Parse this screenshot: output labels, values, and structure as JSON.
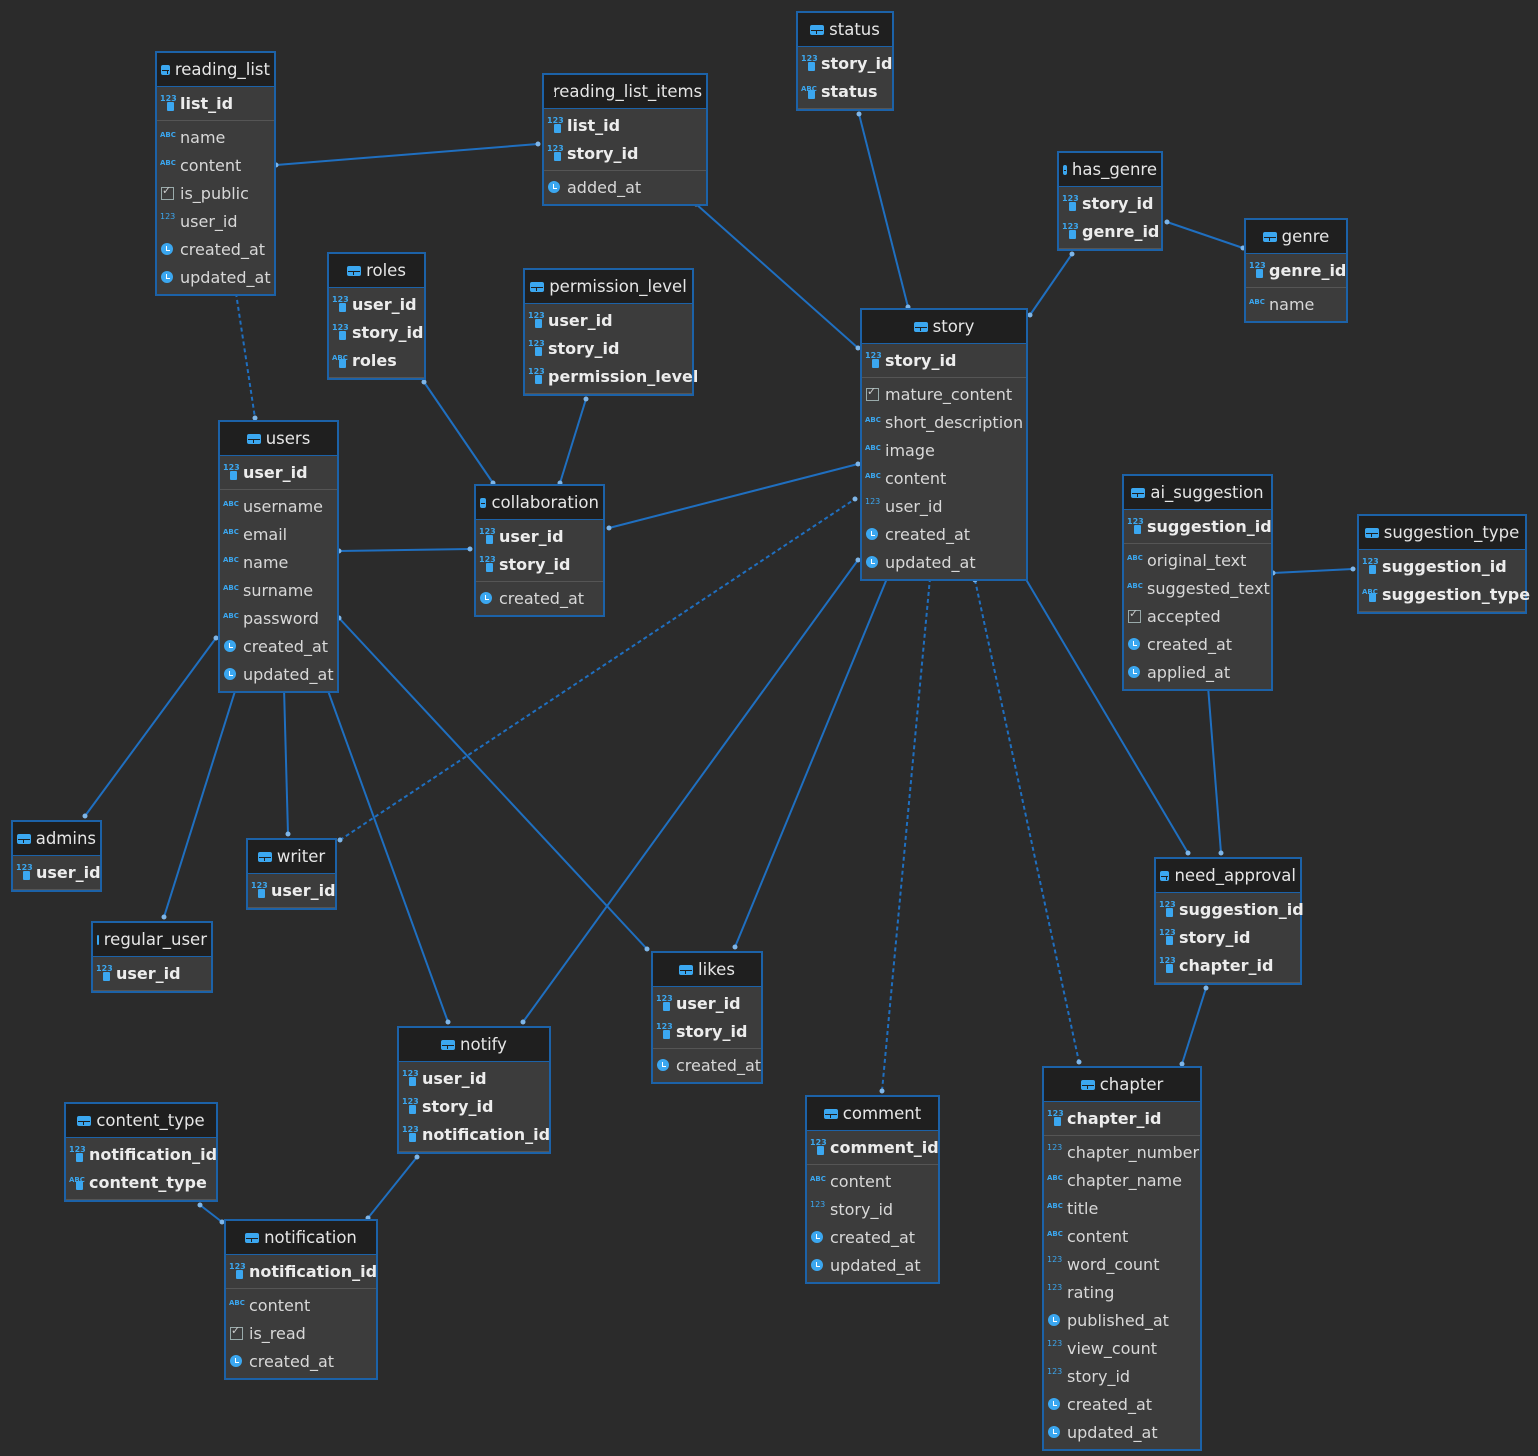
{
  "tables": [
    {
      "id": "reading_list",
      "name": "reading_list",
      "pk": [
        [
          "list_id",
          "num"
        ]
      ],
      "cols": [
        [
          "name",
          "text"
        ],
        [
          "content",
          "text"
        ],
        [
          "is_public",
          "bool"
        ],
        [
          "user_id",
          "num"
        ],
        [
          "created_at",
          "time"
        ],
        [
          "updated_at",
          "time"
        ]
      ]
    },
    {
      "id": "reading_list_items",
      "name": "reading_list_items",
      "pk": [
        [
          "list_id",
          "num"
        ],
        [
          "story_id",
          "num"
        ]
      ],
      "cols": [
        [
          "added_at",
          "time"
        ]
      ]
    },
    {
      "id": "status",
      "name": "status",
      "pk": [
        [
          "story_id",
          "num"
        ],
        [
          "status",
          "text"
        ]
      ],
      "cols": []
    },
    {
      "id": "has_genre",
      "name": "has_genre",
      "pk": [
        [
          "story_id",
          "num"
        ],
        [
          "genre_id",
          "num"
        ]
      ],
      "cols": []
    },
    {
      "id": "genre",
      "name": "genre",
      "pk": [
        [
          "genre_id",
          "num"
        ]
      ],
      "cols": [
        [
          "name",
          "text"
        ]
      ]
    },
    {
      "id": "roles",
      "name": "roles",
      "pk": [
        [
          "user_id",
          "num"
        ],
        [
          "story_id",
          "num"
        ],
        [
          "roles",
          "text"
        ]
      ],
      "cols": []
    },
    {
      "id": "permission_level",
      "name": "permission_level",
      "pk": [
        [
          "user_id",
          "num"
        ],
        [
          "story_id",
          "num"
        ],
        [
          "permission_level",
          "num"
        ]
      ],
      "cols": []
    },
    {
      "id": "story",
      "name": "story",
      "pk": [
        [
          "story_id",
          "num"
        ]
      ],
      "cols": [
        [
          "mature_content",
          "bool"
        ],
        [
          "short_description",
          "text"
        ],
        [
          "image",
          "text"
        ],
        [
          "content",
          "text"
        ],
        [
          "user_id",
          "num"
        ],
        [
          "created_at",
          "time"
        ],
        [
          "updated_at",
          "time"
        ]
      ]
    },
    {
      "id": "users",
      "name": "users",
      "pk": [
        [
          "user_id",
          "num"
        ]
      ],
      "cols": [
        [
          "username",
          "text"
        ],
        [
          "email",
          "text"
        ],
        [
          "name",
          "text"
        ],
        [
          "surname",
          "text"
        ],
        [
          "password",
          "text"
        ],
        [
          "created_at",
          "time"
        ],
        [
          "updated_at",
          "time"
        ]
      ]
    },
    {
      "id": "collaboration",
      "name": "collaboration",
      "pk": [
        [
          "user_id",
          "num"
        ],
        [
          "story_id",
          "num"
        ]
      ],
      "cols": [
        [
          "created_at",
          "time"
        ]
      ]
    },
    {
      "id": "ai_suggestion",
      "name": "ai_suggestion",
      "pk": [
        [
          "suggestion_id",
          "num"
        ]
      ],
      "cols": [
        [
          "original_text",
          "text"
        ],
        [
          "suggested_text",
          "text"
        ],
        [
          "accepted",
          "bool"
        ],
        [
          "created_at",
          "time"
        ],
        [
          "applied_at",
          "time"
        ]
      ]
    },
    {
      "id": "suggestion_type",
      "name": "suggestion_type",
      "pk": [
        [
          "suggestion_id",
          "num"
        ],
        [
          "suggestion_type",
          "text"
        ]
      ],
      "cols": []
    },
    {
      "id": "admins",
      "name": "admins",
      "pk": [
        [
          "user_id",
          "num"
        ]
      ],
      "cols": []
    },
    {
      "id": "writer",
      "name": "writer",
      "pk": [
        [
          "user_id",
          "num"
        ]
      ],
      "cols": []
    },
    {
      "id": "regular_user",
      "name": "regular_user",
      "pk": [
        [
          "user_id",
          "num"
        ]
      ],
      "cols": []
    },
    {
      "id": "need_approval",
      "name": "need_approval",
      "pk": [
        [
          "suggestion_id",
          "num"
        ],
        [
          "story_id",
          "num"
        ],
        [
          "chapter_id",
          "num"
        ]
      ],
      "cols": []
    },
    {
      "id": "likes",
      "name": "likes",
      "pk": [
        [
          "user_id",
          "num"
        ],
        [
          "story_id",
          "num"
        ]
      ],
      "cols": [
        [
          "created_at",
          "time"
        ]
      ]
    },
    {
      "id": "notify",
      "name": "notify",
      "pk": [
        [
          "user_id",
          "num"
        ],
        [
          "story_id",
          "num"
        ],
        [
          "notification_id",
          "num"
        ]
      ],
      "cols": []
    },
    {
      "id": "content_type",
      "name": "content_type",
      "pk": [
        [
          "notification_id",
          "num"
        ],
        [
          "content_type",
          "text"
        ]
      ],
      "cols": []
    },
    {
      "id": "comment",
      "name": "comment",
      "pk": [
        [
          "comment_id",
          "num"
        ]
      ],
      "cols": [
        [
          "content",
          "text"
        ],
        [
          "story_id",
          "num"
        ],
        [
          "created_at",
          "time"
        ],
        [
          "updated_at",
          "time"
        ]
      ]
    },
    {
      "id": "chapter",
      "name": "chapter",
      "pk": [
        [
          "chapter_id",
          "num"
        ]
      ],
      "cols": [
        [
          "chapter_number",
          "num"
        ],
        [
          "chapter_name",
          "text"
        ],
        [
          "title",
          "text"
        ],
        [
          "content",
          "text"
        ],
        [
          "word_count",
          "num"
        ],
        [
          "rating",
          "num"
        ],
        [
          "published_at",
          "time"
        ],
        [
          "view_count",
          "num"
        ],
        [
          "story_id",
          "num"
        ],
        [
          "created_at",
          "time"
        ],
        [
          "updated_at",
          "time"
        ]
      ]
    },
    {
      "id": "notification",
      "name": "notification",
      "pk": [
        [
          "notification_id",
          "num"
        ]
      ],
      "cols": [
        [
          "content",
          "text"
        ],
        [
          "is_read",
          "bool"
        ],
        [
          "created_at",
          "time"
        ]
      ]
    }
  ],
  "relations": [
    {
      "from": "reading_list",
      "to": "reading_list_items",
      "dashed": false
    },
    {
      "from": "reading_list",
      "to": "users",
      "dashed": true
    },
    {
      "from": "reading_list_items",
      "to": "story",
      "dashed": false
    },
    {
      "from": "status",
      "to": "story",
      "dashed": false
    },
    {
      "from": "has_genre",
      "to": "story",
      "dashed": false
    },
    {
      "from": "has_genre",
      "to": "genre",
      "dashed": false
    },
    {
      "from": "roles",
      "to": "collaboration",
      "dashed": false
    },
    {
      "from": "permission_level",
      "to": "collaboration",
      "dashed": false
    },
    {
      "from": "users",
      "to": "collaboration",
      "dashed": false
    },
    {
      "from": "collaboration",
      "to": "story",
      "dashed": false
    },
    {
      "from": "users",
      "to": "admins",
      "dashed": false
    },
    {
      "from": "users",
      "to": "regular_user",
      "dashed": false
    },
    {
      "from": "users",
      "to": "writer",
      "dashed": false
    },
    {
      "from": "users",
      "to": "notify",
      "dashed": false
    },
    {
      "from": "users",
      "to": "likes",
      "dashed": false
    },
    {
      "from": "writer",
      "to": "story",
      "dashed": true
    },
    {
      "from": "story",
      "to": "notify",
      "dashed": false
    },
    {
      "from": "story",
      "to": "likes",
      "dashed": false
    },
    {
      "from": "story",
      "to": "comment",
      "dashed": true
    },
    {
      "from": "story",
      "to": "chapter",
      "dashed": true
    },
    {
      "from": "story",
      "to": "need_approval",
      "dashed": false
    },
    {
      "from": "ai_suggestion",
      "to": "need_approval",
      "dashed": false
    },
    {
      "from": "ai_suggestion",
      "to": "suggestion_type",
      "dashed": false
    },
    {
      "from": "need_approval",
      "to": "chapter",
      "dashed": false
    },
    {
      "from": "notify",
      "to": "notification",
      "dashed": false
    },
    {
      "from": "content_type",
      "to": "notification",
      "dashed": false
    }
  ],
  "colors": {
    "background": "#2b2b2b",
    "border": "#1c62a8",
    "link": "#1f6fc0",
    "icon": "#3ba7f0"
  }
}
